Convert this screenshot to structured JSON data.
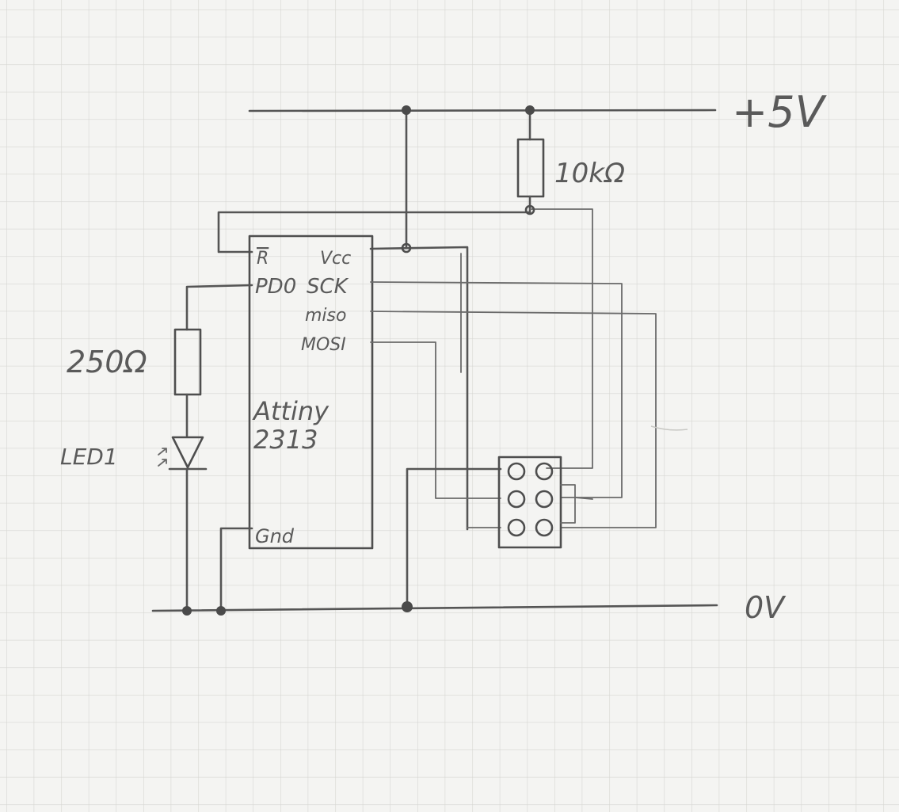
{
  "labels": {
    "supply": "+5V",
    "ground": "0V",
    "pullup_resistor": "10kΩ",
    "led_resistor": "250Ω",
    "led": "LED1"
  },
  "chip": {
    "name_line1": "Attiny",
    "name_line2": "2313",
    "pins": {
      "reset": "R",
      "vcc": "Vcc",
      "pd0": "PD0",
      "sck": "SCK",
      "miso": "miso",
      "mosi": "MOSI",
      "gnd": "Gnd"
    }
  },
  "colors": {
    "paper": "#f4f4f2",
    "grid": "#d6d6d2",
    "pencil": "#4e4e4e"
  }
}
